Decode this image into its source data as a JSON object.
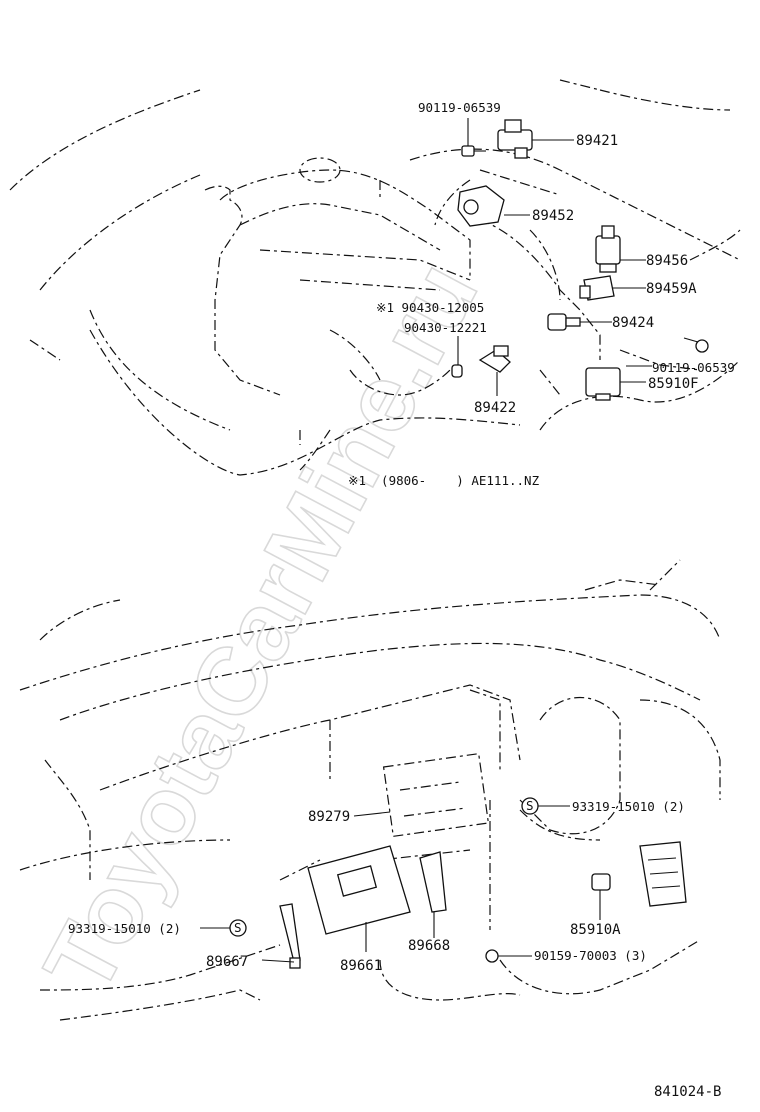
{
  "watermark": "ToyotaCarMine.ru",
  "engine_section": {
    "labels": {
      "p90119_top": "90119-06539",
      "p89421": "89421",
      "p89452": "89452",
      "p89456": "89456",
      "p89459A": "89459A",
      "p90430_a": "※1 90430-12005",
      "p90430_b": "90430-12221",
      "p89424": "89424",
      "p90119_right": "90119-06539",
      "p85910F": "85910F",
      "p89422": "89422"
    },
    "footnote": "※1  (9806-    ) AE111..NZ"
  },
  "dash_section": {
    "labels": {
      "p89279": "89279",
      "p93319_right": "93319-15010 (2)",
      "p93319_left": "93319-15010 (2)",
      "p85910A": "85910A",
      "p89667": "89667",
      "p89661": "89661",
      "p89668": "89668",
      "p90159": "90159-70003 (3)",
      "s_marker": "S"
    }
  },
  "diagram_code": "841024-B"
}
